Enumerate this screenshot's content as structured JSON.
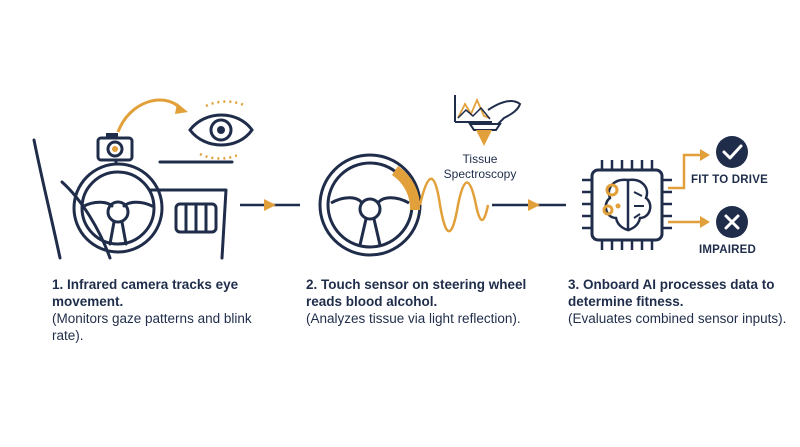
{
  "colors": {
    "navy": "#1f2d4a",
    "accent": "#e2a03a"
  },
  "icons": [
    "car-dashboard-icon",
    "camera-icon",
    "eye-icon",
    "steering-wheel-icon",
    "spectroscopy-icon",
    "ai-chip-icon",
    "checkmark-icon",
    "x-icon"
  ],
  "steps": [
    {
      "title": "1. Infrared camera tracks eye movement.",
      "detail": "(Monitors gaze patterns and blink rate)."
    },
    {
      "title": "2. Touch sensor on steering wheel reads blood alcohol.",
      "detail": "(Analyzes tissue via light reflection)."
    },
    {
      "title": "3. Onboard AI processes data to determine fitness.",
      "detail": "(Evaluates combined sensor inputs)."
    }
  ],
  "spectroscopy_label": "Tissue Spectroscopy",
  "outcomes": {
    "pass": "FIT TO DRIVE",
    "fail": "IMPAIRED"
  }
}
